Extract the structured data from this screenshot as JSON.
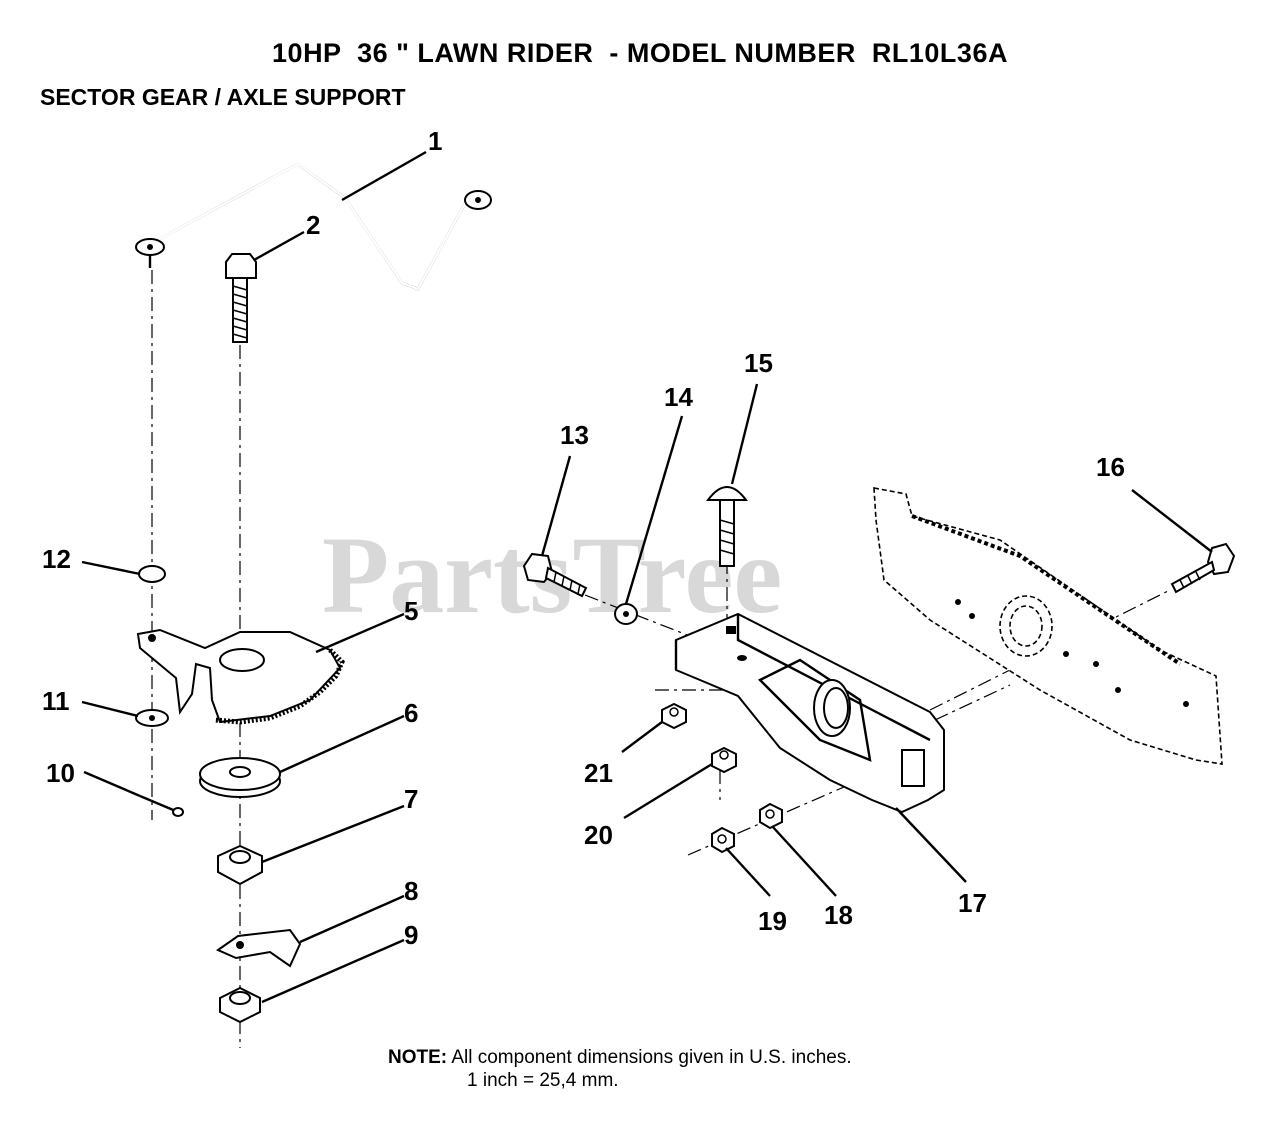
{
  "header": {
    "title": "10HP  36 \" LAWN RIDER  - MODEL NUMBER  RL10L36A",
    "subtitle": "SECTOR GEAR / AXLE SUPPORT"
  },
  "watermark": "PartsTree",
  "callouts": [
    "1",
    "2",
    "5",
    "6",
    "7",
    "8",
    "9",
    "10",
    "11",
    "12",
    "13",
    "14",
    "15",
    "16",
    "17",
    "18",
    "19",
    "20",
    "21"
  ],
  "note": {
    "label": "NOTE:",
    "line1": "All component dimensions given in U.S. inches.",
    "line2": "1 inch  =  25,4 mm."
  }
}
